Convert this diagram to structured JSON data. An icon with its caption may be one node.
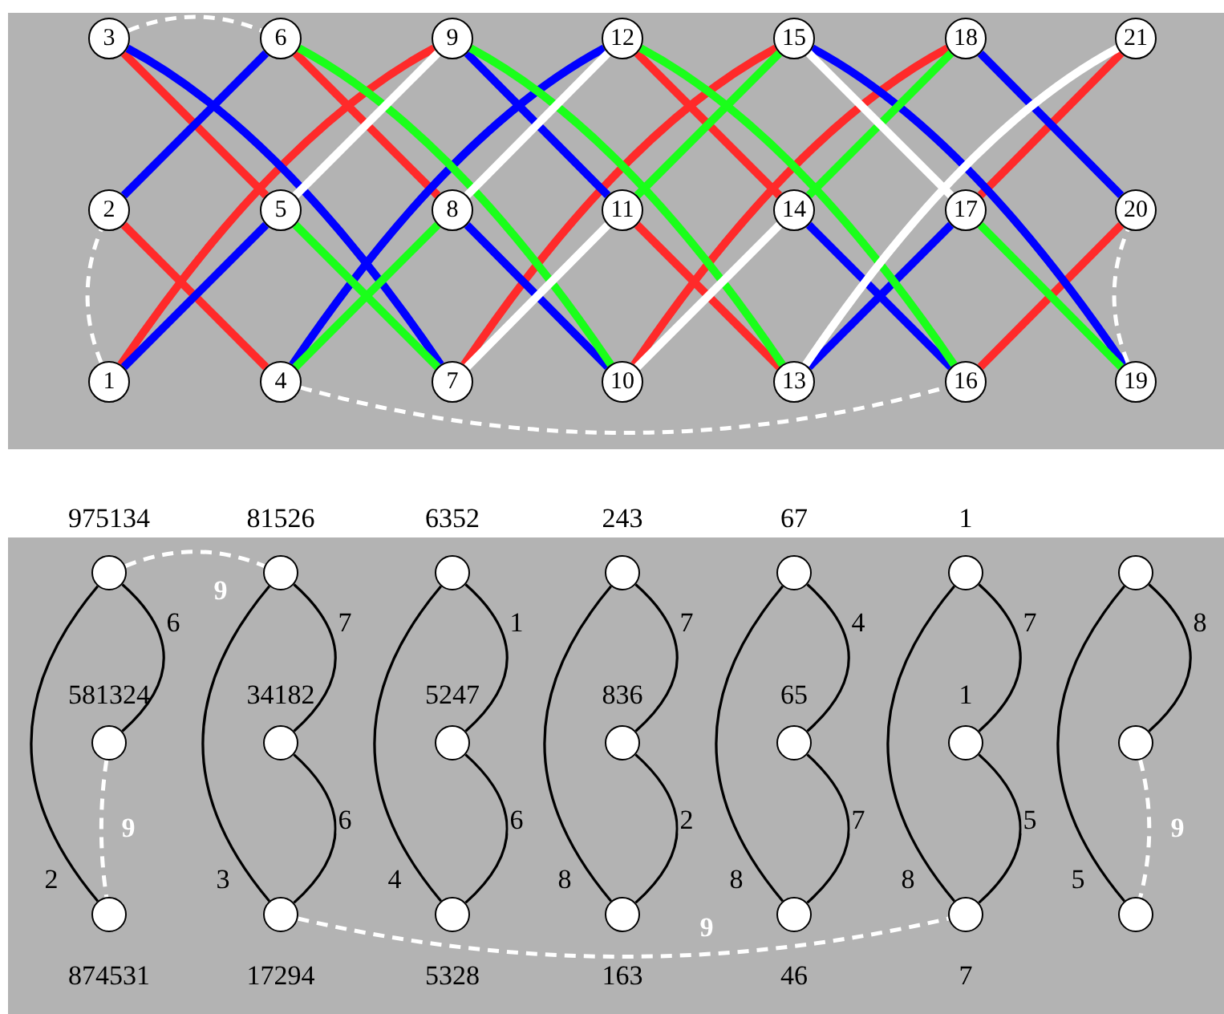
{
  "diagram": {
    "nodes": [
      {
        "text": [
          "1"
        ]
      },
      {
        "text": [
          "2"
        ]
      },
      {
        "text": [
          "3"
        ]
      },
      {
        "text": [
          "4"
        ]
      },
      {
        "text": [
          "5"
        ]
      },
      {
        "text": [
          "6"
        ]
      },
      {
        "text": [
          "7"
        ]
      },
      {
        "text": [
          "8"
        ]
      },
      {
        "text": [
          "9"
        ]
      },
      {
        "text": [
          "10"
        ]
      },
      {
        "text": [
          "11"
        ]
      },
      {
        "text": [
          "12"
        ]
      },
      {
        "text": [
          "13"
        ]
      },
      {
        "text": [
          "14"
        ]
      },
      {
        "text": [
          "15"
        ]
      },
      {
        "text": [
          "16"
        ]
      },
      {
        "text": [
          "17"
        ]
      },
      {
        "text": [
          "18"
        ]
      },
      {
        "text": [
          "19"
        ]
      },
      {
        "text": [
          "20"
        ]
      },
      {
        "text": [
          "21"
        ]
      },
      {
        "text": [],
        "shape": "circle",
        "beside": [
          "975134"
        ]
      },
      {
        "text": [],
        "shape": "circle",
        "beside": [
          "581324"
        ]
      },
      {
        "text": [],
        "shape": "circle",
        "beside": [
          "874531"
        ]
      },
      {
        "text": [],
        "shape": "circle",
        "beside": [
          "81526"
        ]
      },
      {
        "text": [],
        "shape": "circle",
        "beside": [
          "34182"
        ]
      },
      {
        "text": [],
        "shape": "circle",
        "beside": [
          "17294"
        ]
      },
      {
        "text": [],
        "shape": "circle",
        "beside": [
          "6352"
        ]
      },
      {
        "text": [],
        "shape": "circle",
        "beside": [
          "5247"
        ]
      },
      {
        "text": [],
        "shape": "circle",
        "beside": [
          "5328"
        ]
      },
      {
        "text": [],
        "shape": "circle",
        "beside": [
          "243"
        ]
      },
      {
        "text": [],
        "shape": "circle",
        "beside": [
          "836"
        ]
      },
      {
        "text": [],
        "shape": "circle",
        "beside": [
          "163"
        ]
      },
      {
        "text": [],
        "shape": "circle",
        "beside": [
          "67"
        ]
      },
      {
        "text": [],
        "shape": "circle",
        "beside": [
          "65"
        ]
      },
      {
        "text": [],
        "shape": "circle",
        "beside": [
          "46"
        ]
      },
      {
        "text": [],
        "shape": "circle",
        "beside": [
          "1"
        ]
      },
      {
        "text": [],
        "shape": "circle",
        "beside": [
          "1"
        ]
      },
      {
        "text": [],
        "shape": "circle",
        "beside": [
          "7"
        ]
      },
      {
        "text": [],
        "shape": "circle"
      },
      {
        "text": [],
        "shape": "circle"
      },
      {
        "text": [],
        "shape": "circle"
      }
    ],
    "edges": [
      {
        "from": 0,
        "to": 8,
        "arrow": "none",
        "color": "#ff2a2a"
      },
      {
        "from": 1,
        "to": 3,
        "arrow": "none",
        "color": "#ff2a2a"
      },
      {
        "from": 2,
        "to": 4,
        "arrow": "none",
        "color": "#ff2a2a"
      },
      {
        "from": 5,
        "to": 7,
        "arrow": "none",
        "color": "#ff2a2a"
      },
      {
        "from": 6,
        "to": 14,
        "arrow": "none",
        "color": "#ff2a2a"
      },
      {
        "from": 9,
        "to": 17,
        "arrow": "none",
        "color": "#ff2a2a"
      },
      {
        "from": 10,
        "to": 12,
        "arrow": "none",
        "color": "#ff2a2a"
      },
      {
        "from": 11,
        "to": 13,
        "arrow": "none",
        "color": "#ff2a2a"
      },
      {
        "from": 15,
        "to": 19,
        "arrow": "none",
        "color": "#ff2a2a"
      },
      {
        "from": 16,
        "to": 20,
        "arrow": "none",
        "color": "#ff2a2a"
      },
      {
        "from": 0,
        "to": 4,
        "arrow": "none",
        "color": "#0000ff"
      },
      {
        "from": 1,
        "to": 5,
        "arrow": "none",
        "color": "#0000ff"
      },
      {
        "from": 2,
        "to": 6,
        "arrow": "none",
        "color": "#0000ff"
      },
      {
        "from": 3,
        "to": 11,
        "arrow": "none",
        "color": "#0000ff"
      },
      {
        "from": 7,
        "to": 9,
        "arrow": "none",
        "color": "#0000ff"
      },
      {
        "from": 8,
        "to": 10,
        "arrow": "none",
        "color": "#0000ff"
      },
      {
        "from": 12,
        "to": 16,
        "arrow": "none",
        "color": "#0000ff"
      },
      {
        "from": 13,
        "to": 15,
        "arrow": "none",
        "color": "#0000ff"
      },
      {
        "from": 14,
        "to": 18,
        "arrow": "none",
        "color": "#0000ff"
      },
      {
        "from": 17,
        "to": 19,
        "arrow": "none",
        "color": "#0000ff"
      },
      {
        "from": 3,
        "to": 7,
        "arrow": "none",
        "color": "#1aff1a"
      },
      {
        "from": 4,
        "to": 6,
        "arrow": "none",
        "color": "#1aff1a"
      },
      {
        "from": 5,
        "to": 9,
        "arrow": "none",
        "color": "#1aff1a"
      },
      {
        "from": 8,
        "to": 12,
        "arrow": "none",
        "color": "#1aff1a"
      },
      {
        "from": 10,
        "to": 14,
        "arrow": "none",
        "color": "#1aff1a"
      },
      {
        "from": 11,
        "to": 15,
        "arrow": "none",
        "color": "#1aff1a"
      },
      {
        "from": 13,
        "to": 17,
        "arrow": "none",
        "color": "#1aff1a"
      },
      {
        "from": 16,
        "to": 18,
        "arrow": "none",
        "color": "#1aff1a"
      },
      {
        "from": 4,
        "to": 8,
        "arrow": "none",
        "color": "#ffffff"
      },
      {
        "from": 6,
        "to": 10,
        "arrow": "none",
        "color": "#ffffff"
      },
      {
        "from": 7,
        "to": 11,
        "arrow": "none",
        "color": "#ffffff"
      },
      {
        "from": 9,
        "to": 13,
        "arrow": "none",
        "color": "#ffffff"
      },
      {
        "from": 12,
        "to": 20,
        "arrow": "none",
        "color": "#ffffff"
      },
      {
        "from": 14,
        "to": 16,
        "arrow": "none",
        "color": "#ffffff"
      },
      {
        "from": 2,
        "to": 5,
        "arrow": "none",
        "style": "dashed",
        "color": "#ffffff"
      },
      {
        "from": 0,
        "to": 1,
        "arrow": "none",
        "style": "dashed",
        "color": "#ffffff"
      },
      {
        "from": 3,
        "to": 15,
        "arrow": "none",
        "style": "dashed",
        "color": "#ffffff"
      },
      {
        "from": 18,
        "to": 19,
        "arrow": "none",
        "style": "dashed",
        "color": "#ffffff"
      },
      {
        "from": 21,
        "to": 22,
        "arrow": "none",
        "label": "6"
      },
      {
        "from": 21,
        "to": 23,
        "arrow": "none",
        "label": "2"
      },
      {
        "from": 22,
        "to": 23,
        "arrow": "none",
        "label": "9",
        "style": "dashed",
        "color": "#ffffff"
      },
      {
        "from": 21,
        "to": 24,
        "arrow": "none",
        "label": "9",
        "style": "dashed",
        "color": "#ffffff"
      },
      {
        "from": 24,
        "to": 25,
        "arrow": "none",
        "label": "7"
      },
      {
        "from": 25,
        "to": 26,
        "arrow": "none",
        "label": "6"
      },
      {
        "from": 24,
        "to": 26,
        "arrow": "none",
        "label": "3"
      },
      {
        "from": 27,
        "to": 28,
        "arrow": "none",
        "label": "1"
      },
      {
        "from": 28,
        "to": 29,
        "arrow": "none",
        "label": "6"
      },
      {
        "from": 27,
        "to": 29,
        "arrow": "none",
        "label": "4"
      },
      {
        "from": 30,
        "to": 31,
        "arrow": "none",
        "label": "7"
      },
      {
        "from": 31,
        "to": 32,
        "arrow": "none",
        "label": "2"
      },
      {
        "from": 30,
        "to": 32,
        "arrow": "none",
        "label": "8"
      },
      {
        "from": 33,
        "to": 34,
        "arrow": "none",
        "label": "4"
      },
      {
        "from": 34,
        "to": 35,
        "arrow": "none",
        "label": "7"
      },
      {
        "from": 33,
        "to": 35,
        "arrow": "none",
        "label": "8"
      },
      {
        "from": 36,
        "to": 37,
        "arrow": "none",
        "label": "7"
      },
      {
        "from": 37,
        "to": 38,
        "arrow": "none",
        "label": "5"
      },
      {
        "from": 36,
        "to": 38,
        "arrow": "none",
        "label": "8"
      },
      {
        "from": 39,
        "to": 40,
        "arrow": "none",
        "label": "8"
      },
      {
        "from": 40,
        "to": 41,
        "arrow": "none",
        "label": "9",
        "style": "dashed",
        "color": "#ffffff"
      },
      {
        "from": 39,
        "to": 41,
        "arrow": "none",
        "label": "5"
      },
      {
        "from": 26,
        "to": 38,
        "arrow": "none",
        "label": "9",
        "style": "dashed",
        "color": "#ffffff"
      }
    ]
  }
}
